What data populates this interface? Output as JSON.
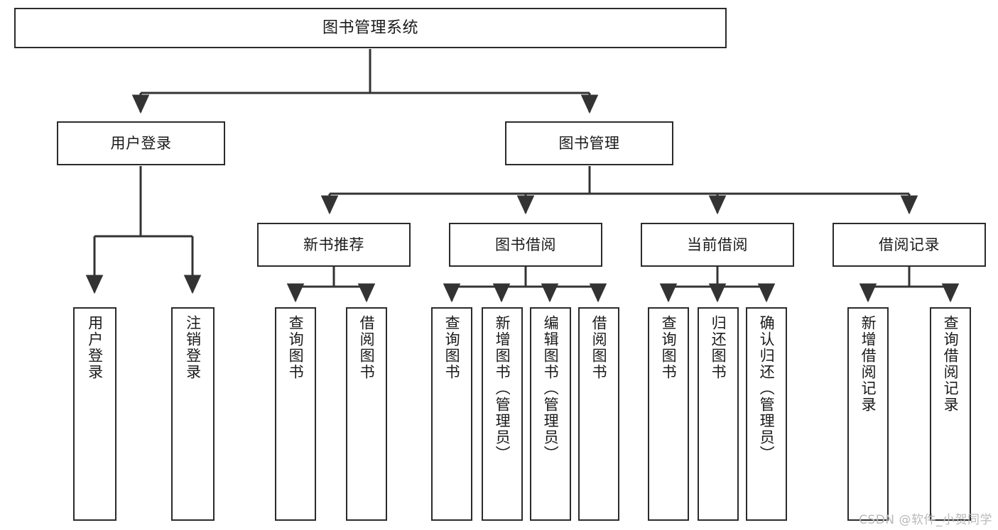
{
  "diagram": {
    "type": "tree",
    "title": "图书管理系统",
    "watermark": "CSDN @软件_小贺同学",
    "colors": {
      "background": "#ffffff",
      "border": "#2b2b2b",
      "text": "#1a1a1a",
      "connector": "#333333",
      "watermark": "#b9b9b9"
    },
    "nodes": {
      "root": {
        "label": "图书管理系统"
      },
      "level2": [
        {
          "label": "用户登录"
        },
        {
          "label": "图书管理"
        }
      ],
      "level3": [
        {
          "label": "新书推荐"
        },
        {
          "label": "图书借阅"
        },
        {
          "label": "当前借阅"
        },
        {
          "label": "借阅记录"
        }
      ],
      "leaves": {
        "user_login": [
          {
            "label": "用户登录"
          },
          {
            "label": "注销登录"
          }
        ],
        "new_book": [
          {
            "label": "查询图书"
          },
          {
            "label": "借阅图书"
          }
        ],
        "book_borrow": [
          {
            "label": "查询图书"
          },
          {
            "label": "新增图书（管理员）"
          },
          {
            "label": "编辑图书（管理员）"
          },
          {
            "label": "借阅图书"
          }
        ],
        "current_borrow": [
          {
            "label": "查询图书"
          },
          {
            "label": "归还图书"
          },
          {
            "label": "确认归还（管理员）"
          }
        ],
        "borrow_record": [
          {
            "label": "新增借阅记录"
          },
          {
            "label": "查询借阅记录"
          }
        ]
      }
    }
  }
}
